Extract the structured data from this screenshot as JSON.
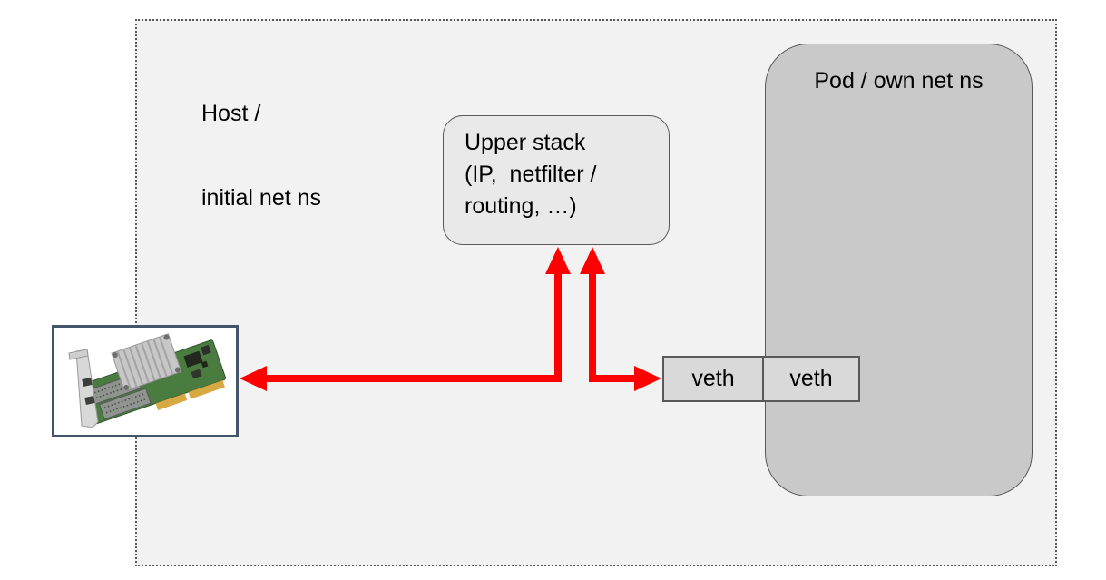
{
  "colors": {
    "host_fill": "#f2f2f2",
    "pod_fill": "#c9c9c9",
    "upper_stack_fill": "#e9e9e9",
    "veth_fill": "#d9d9d9",
    "box_border": "#595959",
    "nic_frame_border": "#44546a",
    "arrow_red": "#ff0000"
  },
  "host": {
    "label_line1": "Host /",
    "label_line2": "initial net ns"
  },
  "pod": {
    "label": "Pod / own net ns"
  },
  "upper_stack": {
    "lines": [
      "Upper stack",
      "(IP,  netfilter /",
      "routing, …)"
    ]
  },
  "veth": {
    "host_label": "veth",
    "pod_label": "veth"
  },
  "nic": {
    "icon": "dual-port-nic-photo"
  }
}
